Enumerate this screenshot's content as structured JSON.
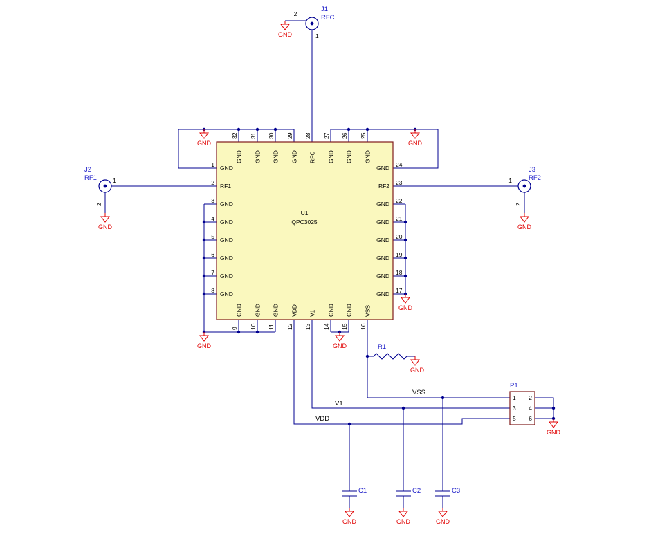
{
  "ic": {
    "refdes": "U1",
    "value": "QPC3025",
    "left_pins": [
      {
        "num": "1",
        "name": "GND"
      },
      {
        "num": "2",
        "name": "RF1"
      },
      {
        "num": "3",
        "name": "GND"
      },
      {
        "num": "4",
        "name": "GND"
      },
      {
        "num": "5",
        "name": "GND"
      },
      {
        "num": "6",
        "name": "GND"
      },
      {
        "num": "7",
        "name": "GND"
      },
      {
        "num": "8",
        "name": "GND"
      }
    ],
    "right_pins": [
      {
        "num": "24",
        "name": "GND"
      },
      {
        "num": "23",
        "name": "RF2"
      },
      {
        "num": "22",
        "name": "GND"
      },
      {
        "num": "21",
        "name": "GND"
      },
      {
        "num": "20",
        "name": "GND"
      },
      {
        "num": "19",
        "name": "GND"
      },
      {
        "num": "18",
        "name": "GND"
      },
      {
        "num": "17",
        "name": "GND"
      }
    ],
    "top_pins": [
      {
        "num": "32",
        "name": "GND"
      },
      {
        "num": "31",
        "name": "GND"
      },
      {
        "num": "30",
        "name": "GND"
      },
      {
        "num": "29",
        "name": "GND"
      },
      {
        "num": "28",
        "name": "RFC"
      },
      {
        "num": "27",
        "name": "GND"
      },
      {
        "num": "26",
        "name": "GND"
      },
      {
        "num": "25",
        "name": "GND"
      }
    ],
    "bottom_pins": [
      {
        "num": "9",
        "name": "GND"
      },
      {
        "num": "10",
        "name": "GND"
      },
      {
        "num": "11",
        "name": "GND"
      },
      {
        "num": "12",
        "name": "VDD"
      },
      {
        "num": "13",
        "name": "V1"
      },
      {
        "num": "14",
        "name": "GND"
      },
      {
        "num": "15",
        "name": "GND"
      },
      {
        "num": "16",
        "name": "VSS"
      }
    ]
  },
  "connectors": {
    "j1": {
      "refdes": "J1",
      "name": "RFC",
      "pin1": "1",
      "pin2": "2"
    },
    "j2": {
      "refdes": "J2",
      "name": "RF1",
      "pin1": "1",
      "pin2": "2"
    },
    "j3": {
      "refdes": "J3",
      "name": "RF2",
      "pin1": "1",
      "pin2": "2"
    }
  },
  "resistor": {
    "refdes": "R1"
  },
  "capacitors": {
    "c1": "C1",
    "c2": "C2",
    "c3": "C3"
  },
  "header": {
    "refdes": "P1",
    "pins": [
      "1",
      "2",
      "3",
      "4",
      "5",
      "6"
    ]
  },
  "nets": {
    "gnd": "GND",
    "vdd": "VDD",
    "v1": "V1",
    "vss": "VSS"
  },
  "colors": {
    "wire": "#000090",
    "part_outline": "#7f1a1a",
    "ic_fill": "#FAF8BE",
    "gnd_red": "#e00000",
    "label_blue": "#1a1ac8",
    "text_black": "#000000"
  }
}
